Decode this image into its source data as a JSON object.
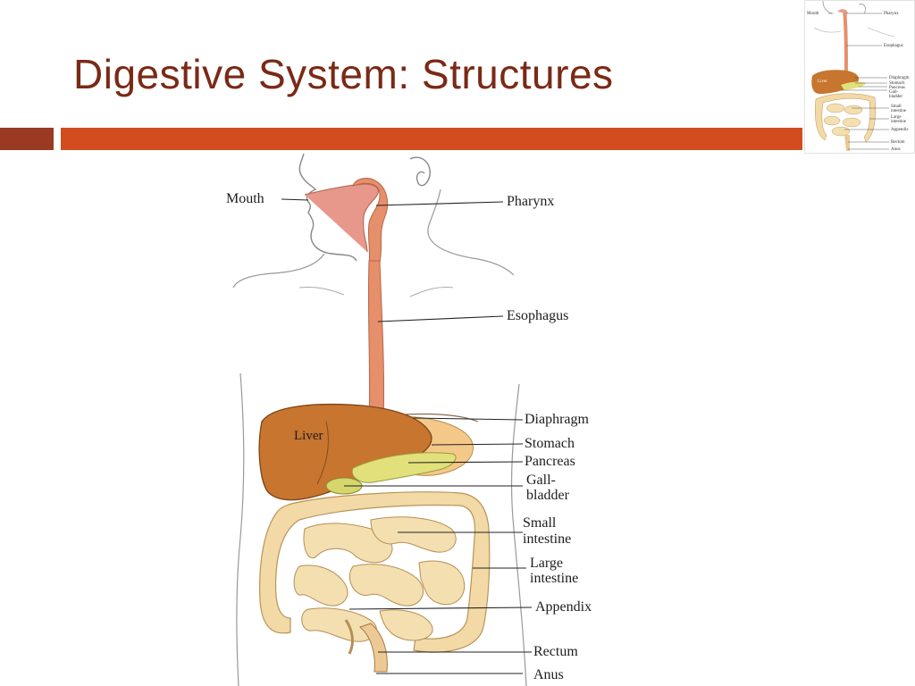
{
  "slide": {
    "title": "Digestive System: Structures"
  },
  "diagram": {
    "labels": {
      "mouth": "Mouth",
      "pharynx": "Pharynx",
      "esophagus": "Esophagus",
      "diaphragm": "Diaphragm",
      "stomach": "Stomach",
      "pancreas": "Pancreas",
      "gallbladder_1": "Gall-",
      "gallbladder_2": "bladder",
      "small_intestine_1": "Small",
      "small_intestine_2": "intestine",
      "large_intestine_1": "Large",
      "large_intestine_2": "intestine",
      "appendix": "Appendix",
      "rectum": "Rectum",
      "anus": "Anus",
      "liver": "Liver"
    }
  },
  "thumbnail": {
    "labels": {
      "mouth": "Mouth",
      "pharynx": "Pharynx",
      "esophagus": "Esophagus",
      "diaphragm": "Diaphragm",
      "stomach": "Stomach",
      "pancreas": "Pancreas",
      "gall": "Gall-",
      "bladder": "bladder",
      "small": "Small",
      "intestine_s": "intestine",
      "large": "Large",
      "intestine_l": "intestine",
      "appendix": "Appendix",
      "rectum": "Rectum",
      "anus": "Anus",
      "liver": "Liver"
    }
  },
  "colors": {
    "title": "#7a2a16",
    "accent_bar": "#d24c1f",
    "accent_bar_dark": "#9a3a22",
    "liver": "#c7752f",
    "esophagus": "#e58f6b",
    "intestine": "#f0d8a0",
    "pancreas": "#e2e07a"
  }
}
